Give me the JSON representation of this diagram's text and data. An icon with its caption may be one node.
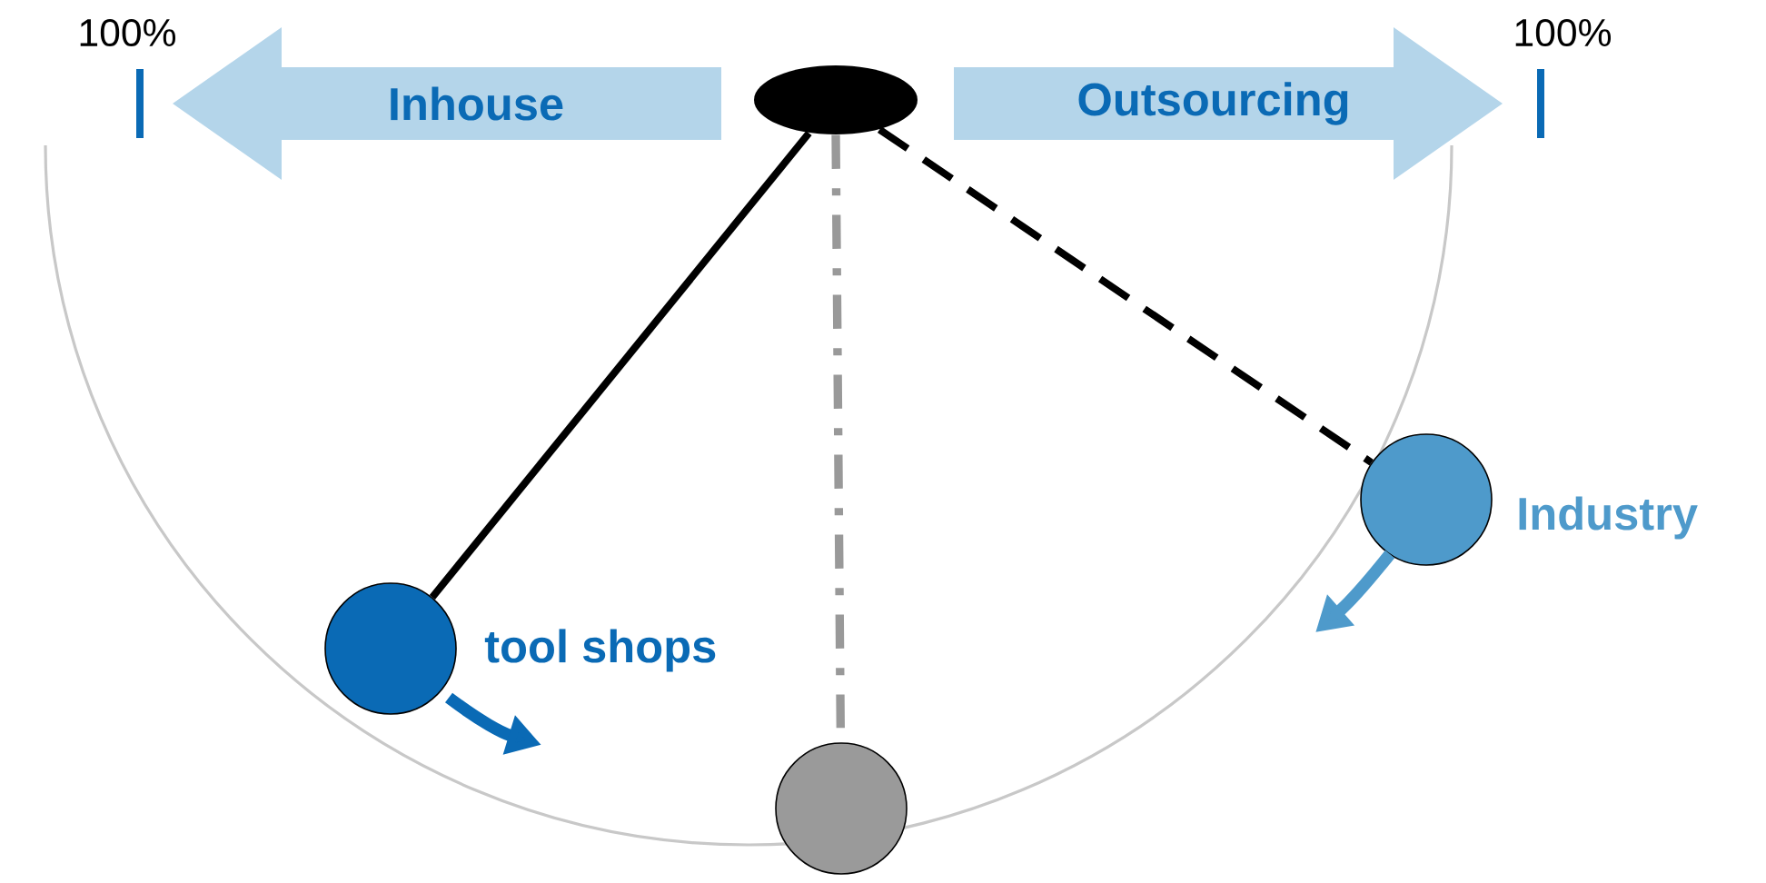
{
  "diagram": {
    "nodes": [
      {
        "text": [],
        "shape": "ellipse"
      },
      {
        "text": [
          "Inhouse"
        ]
      },
      {
        "text": [
          "Outsourcing"
        ]
      },
      {
        "text": [],
        "shape": "circle",
        "beside": [
          "tool shops"
        ]
      },
      {
        "text": [],
        "shape": "circle"
      },
      {
        "text": [],
        "shape": "circle",
        "beside": [
          "Industry"
        ]
      }
    ],
    "edges": [
      {
        "from": 0,
        "to": 3,
        "arrow": "none"
      },
      {
        "from": 0,
        "to": 4,
        "arrow": "none",
        "style": "dashed",
        "color": "#999999"
      },
      {
        "from": 0,
        "to": 5,
        "arrow": "none",
        "style": "dashed"
      }
    ],
    "labels": [
      "100%",
      "100%"
    ]
  }
}
